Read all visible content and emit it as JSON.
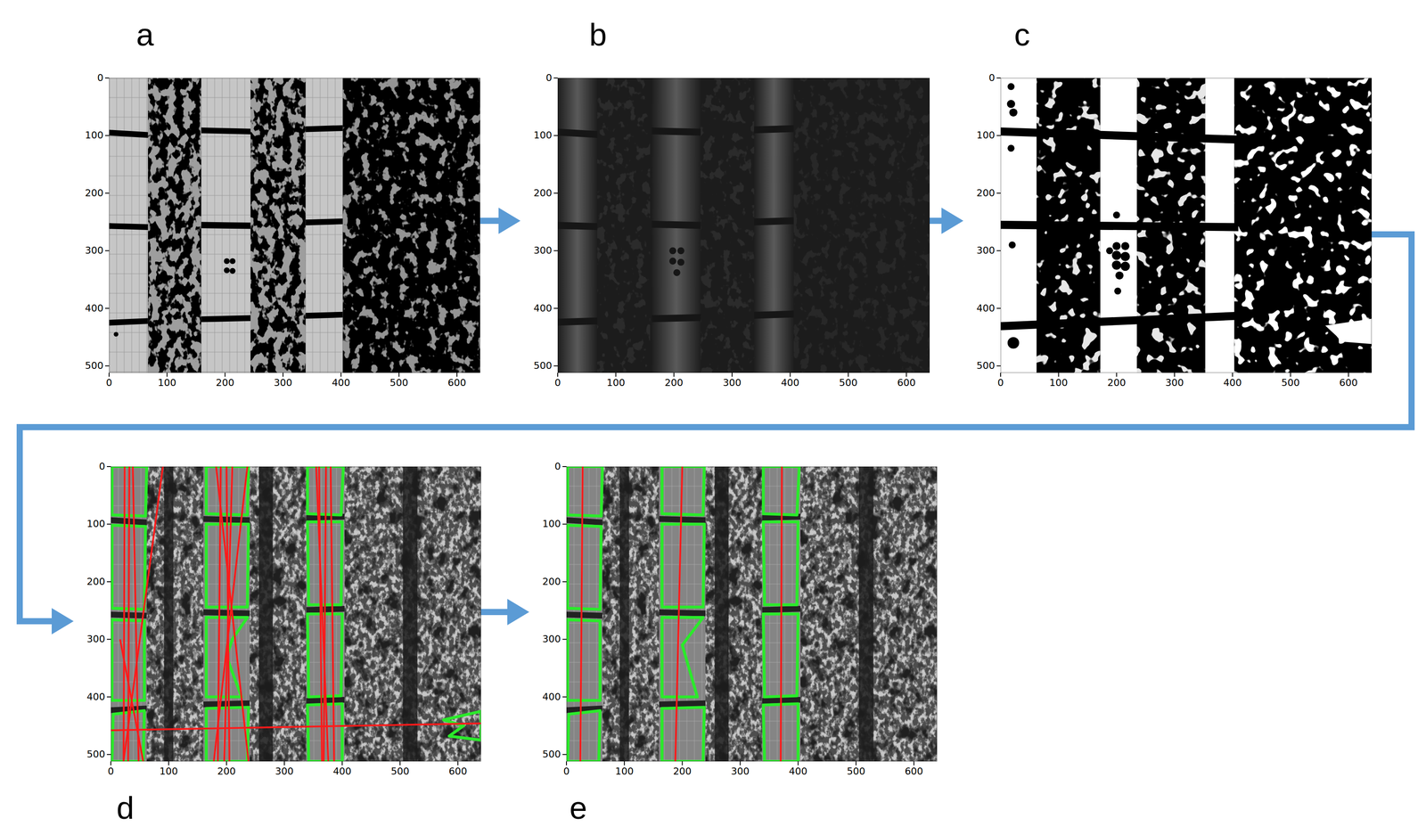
{
  "diagram": {
    "nodes": [
      {
        "text": [
          "a"
        ]
      },
      {
        "text": [
          "b"
        ]
      },
      {
        "text": [
          "c"
        ]
      },
      {
        "text": [
          "d"
        ]
      },
      {
        "text": [
          "e"
        ]
      }
    ],
    "edges": [
      {
        "from": 0,
        "to": 1,
        "arrow": "to"
      },
      {
        "from": 1,
        "to": 2,
        "arrow": "to"
      },
      {
        "from": 2,
        "to": 3,
        "arrow": "to"
      },
      {
        "from": 3,
        "to": 4,
        "arrow": "to"
      }
    ],
    "labels": [
      "0",
      "100",
      "200",
      "300",
      "400",
      "500",
      "600",
      "0",
      "100",
      "200",
      "300",
      "400",
      "500",
      "0",
      "100",
      "200",
      "300",
      "400",
      "500",
      "600",
      "0",
      "100",
      "200",
      "300",
      "400",
      "500",
      "0",
      "100",
      "200",
      "300",
      "400",
      "500",
      "600",
      "0",
      "100",
      "200",
      "300",
      "400",
      "500",
      "0",
      "100",
      "200",
      "300",
      "400",
      "500",
      "600",
      "0",
      "100",
      "200",
      "300",
      "400",
      "500",
      "0",
      "100",
      "200",
      "300",
      "400",
      "500",
      "600",
      "0",
      "100",
      "200",
      "300",
      "400",
      "500"
    ]
  }
}
